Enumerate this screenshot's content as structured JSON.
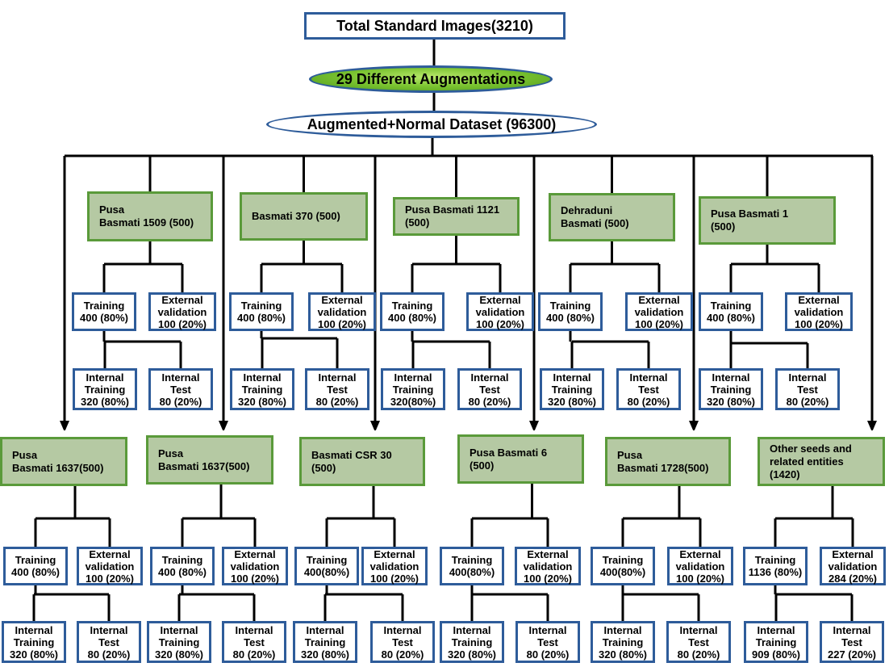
{
  "header": {
    "total": "Total Standard Images(3210)",
    "augmentation": "29 Different Augmentations",
    "dataset": "Augmented+Normal Dataset (96300)"
  },
  "colors": {
    "box_border": "#2e5c9a",
    "variety_fill": "#b5c9a3",
    "variety_border": "#5a9a3a",
    "augmentation_fill": "#7ac330"
  },
  "groups": [
    {
      "variety": [
        "Pusa",
        "Basmati 1509 (500)"
      ],
      "training": [
        "Training",
        "400 (80%)"
      ],
      "external": [
        "External",
        "validation",
        "100 (20%)"
      ],
      "internal_training": [
        "Internal",
        "Training",
        "320 (80%)"
      ],
      "internal_test": [
        "Internal",
        "Test",
        "80 (20%)"
      ]
    },
    {
      "variety": [
        "Basmati 370 (500)"
      ],
      "training": [
        "Training",
        "400 (80%)"
      ],
      "external": [
        "External",
        "validation",
        "100 (20%)"
      ],
      "internal_training": [
        "Internal",
        "Training",
        "320 (80%)"
      ],
      "internal_test": [
        "Internal",
        "Test",
        "80 (20%)"
      ]
    },
    {
      "variety": [
        "Pusa Basmati 1121",
        "(500)"
      ],
      "training": [
        "Training",
        "400 (80%)"
      ],
      "external": [
        "External",
        "validation",
        "100 (20%)"
      ],
      "internal_training": [
        "Internal",
        "Training",
        "320(80%)"
      ],
      "internal_test": [
        "Internal",
        "Test",
        "80 (20%)"
      ]
    },
    {
      "variety": [
        "Dehraduni",
        "Basmati (500)"
      ],
      "training": [
        "Training",
        "400 (80%)"
      ],
      "external": [
        "External",
        "validation",
        "100 (20%)"
      ],
      "internal_training": [
        "Internal",
        "Training",
        "320 (80%)"
      ],
      "internal_test": [
        "Internal",
        "Test",
        "80 (20%)"
      ]
    },
    {
      "variety": [
        "Pusa Basmati 1",
        "(500)"
      ],
      "training": [
        "Training",
        "400 (80%)"
      ],
      "external": [
        "External",
        "validation",
        "100 (20%)"
      ],
      "internal_training": [
        "Internal",
        "Training",
        "320 (80%)"
      ],
      "internal_test": [
        "Internal",
        "Test",
        "80 (20%)"
      ]
    },
    {
      "variety": [
        "Pusa",
        "Basmati 1637(500)"
      ],
      "training": [
        "Training",
        "400 (80%)"
      ],
      "external": [
        "External",
        "validation",
        "100 (20%)"
      ],
      "internal_training": [
        "Internal",
        "Training",
        "320 (80%)"
      ],
      "internal_test": [
        "Internal",
        "Test",
        "80 (20%)"
      ]
    },
    {
      "variety": [
        "Pusa",
        "Basmati 1637(500)"
      ],
      "training": [
        "Training",
        "400 (80%)"
      ],
      "external": [
        "External",
        "validation",
        "100 (20%)"
      ],
      "internal_training": [
        "Internal",
        "Training",
        "320 (80%)"
      ],
      "internal_test": [
        "Internal",
        "Test",
        "80 (20%)"
      ]
    },
    {
      "variety": [
        "Basmati CSR 30",
        "(500)"
      ],
      "training": [
        "Training",
        "400(80%)"
      ],
      "external": [
        "External",
        "validation",
        "100 (20%)"
      ],
      "internal_training": [
        "Internal",
        "Training",
        "320 (80%)"
      ],
      "internal_test": [
        "Internal",
        "Test",
        "80 (20%)"
      ]
    },
    {
      "variety": [
        "Pusa Basmati 6",
        "(500)"
      ],
      "training": [
        "Training",
        "400(80%)"
      ],
      "external": [
        "External",
        "validation",
        "100 (20%)"
      ],
      "internal_training": [
        "Internal",
        "Training",
        "320 (80%)"
      ],
      "internal_test": [
        "Internal",
        "Test",
        "80 (20%)"
      ]
    },
    {
      "variety": [
        "Pusa",
        "Basmati 1728(500)"
      ],
      "training": [
        "Training",
        "400(80%)"
      ],
      "external": [
        "External",
        "validation",
        "100 (20%)"
      ],
      "internal_training": [
        "Internal",
        "Training",
        "320 (80%)"
      ],
      "internal_test": [
        "Internal",
        "Test",
        "80 (20%)"
      ]
    },
    {
      "variety": [
        "Other seeds and",
        "related entities",
        "(1420)"
      ],
      "training": [
        "Training",
        "1136 (80%)"
      ],
      "external": [
        "External",
        "validation",
        "284 (20%)"
      ],
      "internal_training": [
        "Internal",
        "Training",
        "909 (80%)"
      ],
      "internal_test": [
        "Internal",
        "Test",
        "227 (20%)"
      ]
    }
  ]
}
